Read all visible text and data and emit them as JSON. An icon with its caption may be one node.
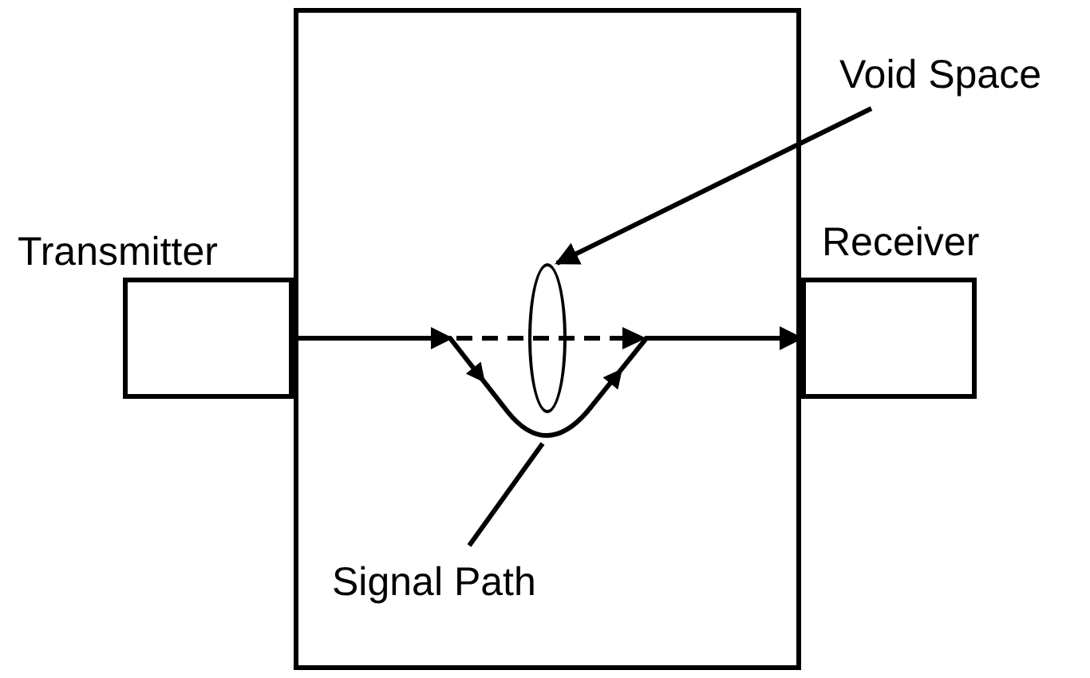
{
  "diagram": {
    "nodes": [
      {
        "text": [
          "Transmitter"
        ]
      },
      {
        "text": [],
        "shape": "box"
      },
      {
        "text": [
          "Receiver"
        ]
      },
      {
        "text": [],
        "shape": "ellipse",
        "in": 1
      },
      {
        "text": [
          "Void Space"
        ]
      },
      {
        "text": [
          "Signal Path"
        ],
        "in": 1
      }
    ],
    "edges": [
      {
        "from": 0,
        "to": 2,
        "arrow": "to"
      },
      {
        "from": 4,
        "to": 3,
        "arrow": "to"
      },
      {
        "from": 5,
        "to": null,
        "arrow": "none"
      }
    ]
  }
}
